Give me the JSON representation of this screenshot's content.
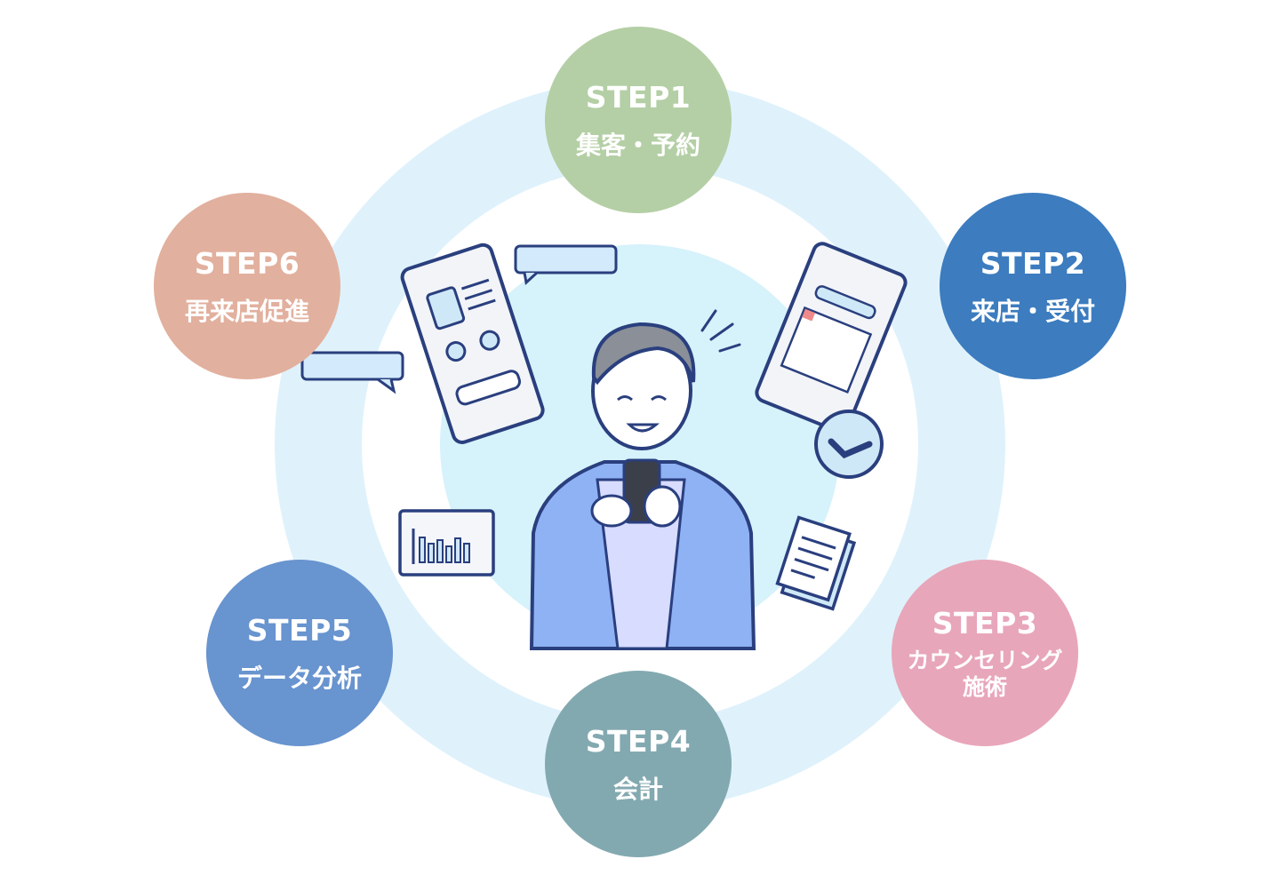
{
  "colors": {
    "ring": "#dff2fb",
    "inner": "#d6f2fb",
    "outline": "#2a3f7e"
  },
  "steps": [
    {
      "num": "STEP1",
      "label": "集客・予約",
      "color": "#b4cfa5"
    },
    {
      "num": "STEP2",
      "label": "来店・受付",
      "color": "#3c7cbf"
    },
    {
      "num": "STEP3",
      "label": "カウンセリング\n施術",
      "color": "#e8a6ba"
    },
    {
      "num": "STEP4",
      "label": "会計",
      "color": "#83a9b0"
    },
    {
      "num": "STEP5",
      "label": "データ分析",
      "color": "#6894cf"
    },
    {
      "num": "STEP6",
      "label": "再来店促進",
      "color": "#e2b09e"
    }
  ]
}
